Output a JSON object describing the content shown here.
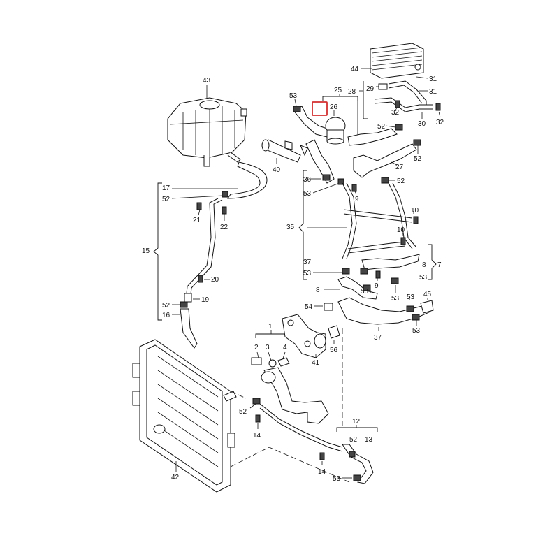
{
  "highlight_color": "#d32f2f",
  "callouts": {
    "c1": "1",
    "c2": "2",
    "c3": "3",
    "c4": "4",
    "c7": "7",
    "c8a": "8",
    "c8b": "8",
    "c9a": "9",
    "c9b": "9",
    "c10a": "10",
    "c10b": "10",
    "c12": "12",
    "c13": "13",
    "c14a": "14",
    "c14b": "14",
    "c15": "15",
    "c16": "16",
    "c17": "17",
    "c19": "19",
    "c20": "20",
    "c21": "21",
    "c22": "22",
    "c25": "25",
    "c26": "26",
    "c27": "27",
    "c28": "28",
    "c29": "29",
    "c30": "30",
    "c31a": "31",
    "c31b": "31",
    "c32a": "32",
    "c32b": "32",
    "c35": "35",
    "c36": "36",
    "c37a": "37",
    "c37b": "37",
    "c40": "40",
    "c41": "41",
    "c42": "42",
    "c43": "43",
    "c44": "44",
    "c45": "45",
    "c52a": "52",
    "c52b": "52",
    "c52c": "52",
    "c52d": "52",
    "c52e": "52",
    "c52f": "52",
    "c52g": "52",
    "c53a": "53",
    "c53b": "53",
    "c53c": "53",
    "c53d": "53",
    "c53e": "53",
    "c53f": "53",
    "c53g": "53",
    "c53h": "53",
    "c53i": "53",
    "c54": "54",
    "c56": "56"
  }
}
